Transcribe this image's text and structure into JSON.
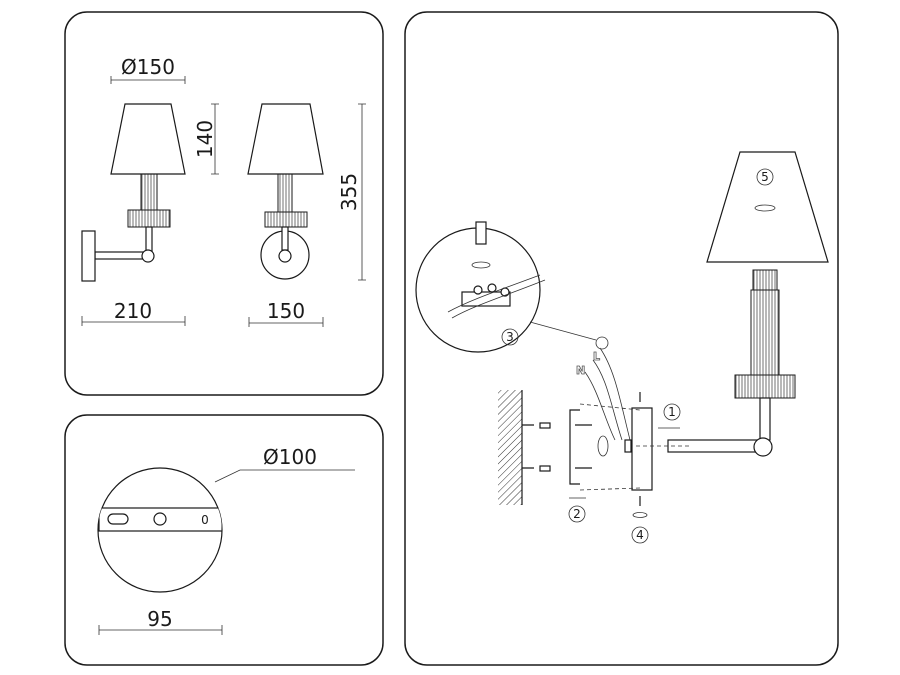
{
  "dimensions": {
    "shade_diameter": "Ø150",
    "shade_height": "140",
    "total_height": "355",
    "projection": "210",
    "width": "150",
    "plate_diameter": "Ø100",
    "plate_bar": "95",
    "plate_mark": "0"
  },
  "steps": [
    "1",
    "2",
    "3",
    "4",
    "5"
  ],
  "wires": {
    "live": "L",
    "neutral": "N"
  },
  "colors": {
    "line": "#1a1a1a",
    "background": "#ffffff"
  }
}
